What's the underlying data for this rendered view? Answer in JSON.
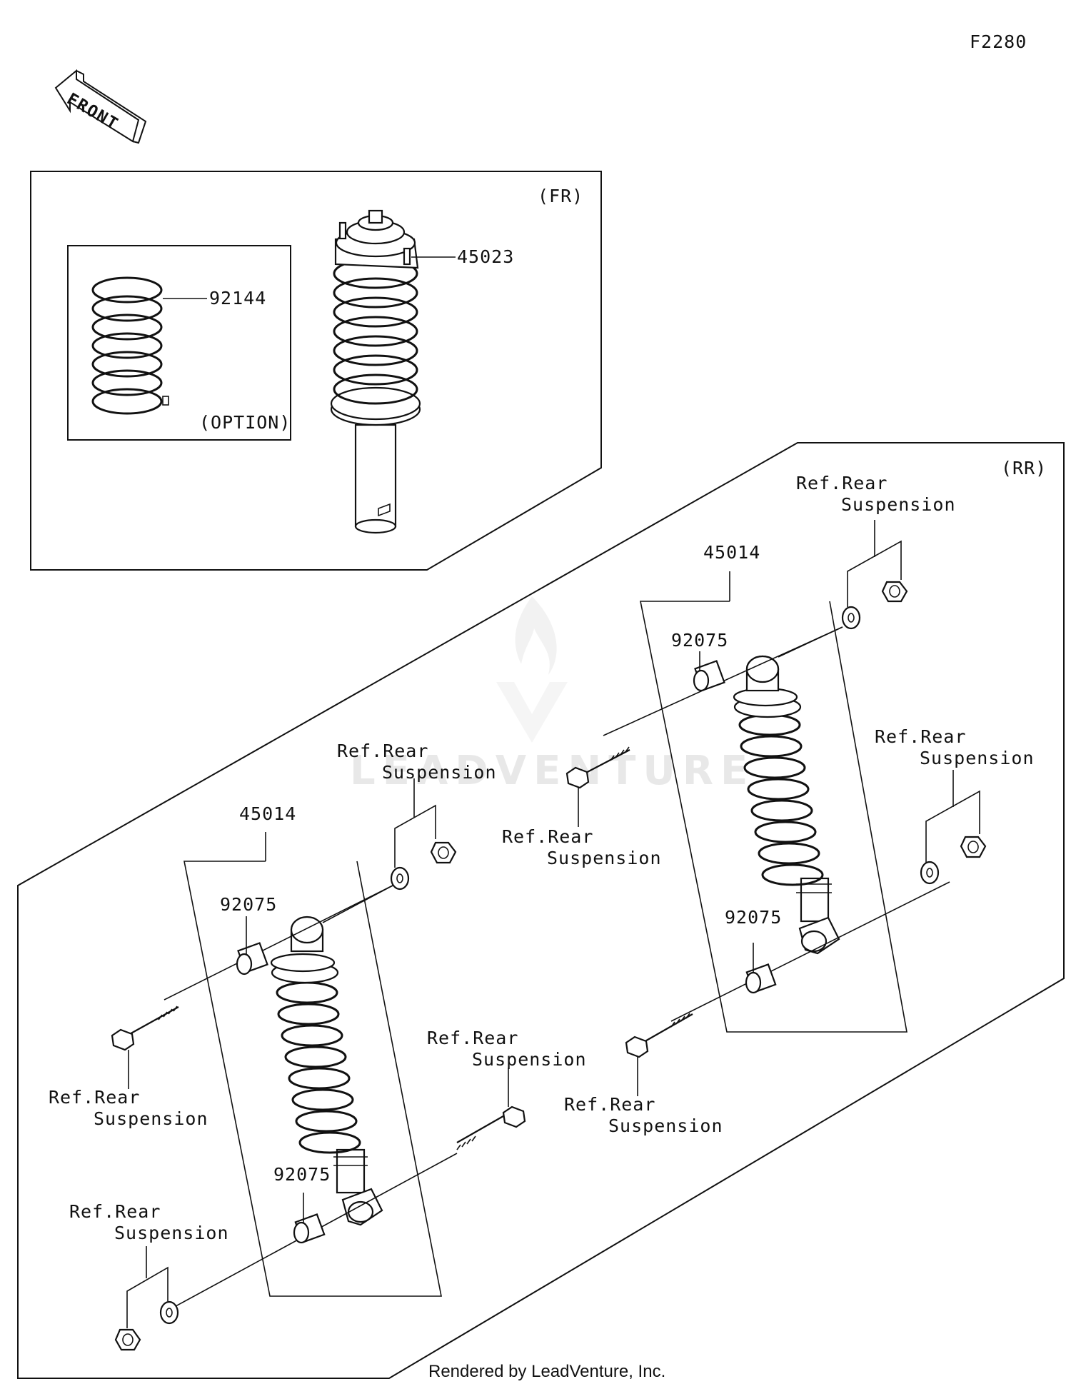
{
  "diagram_code": "F2280",
  "front_label": "FRONT",
  "sections": {
    "front": {
      "label": "(FR)"
    },
    "rear": {
      "label": "(RR)"
    },
    "option": {
      "label": "(OPTION)"
    }
  },
  "part_numbers": {
    "front_shock": "45023",
    "front_spring": "92144",
    "rear_shock": "45014",
    "bushing": "92075"
  },
  "ref_text": {
    "line1": "Ref.Rear",
    "line2": "Suspension"
  },
  "watermark": "LEADVENTURE",
  "footer": "Rendered by LeadVenture, Inc."
}
